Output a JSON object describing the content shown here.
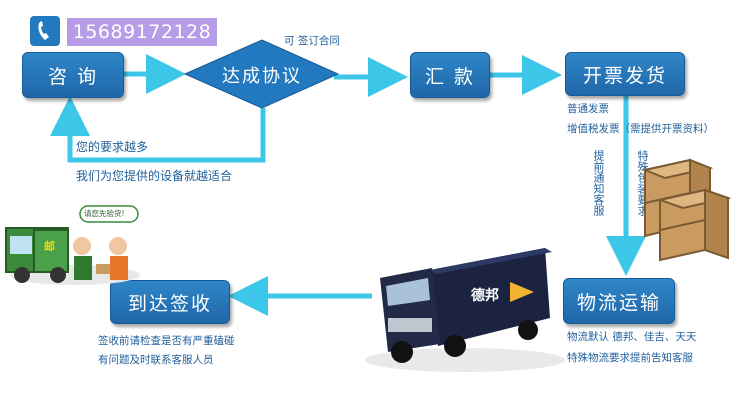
{
  "contact": {
    "phone": "15689172128"
  },
  "steps": {
    "consult": "咨 询",
    "agree": "达成协议",
    "pay": "汇 款",
    "invoice": "开票发货",
    "transport": "物流运输",
    "sign": "到达签收"
  },
  "notes": {
    "sign_contract": "可 签订合同",
    "more_requirements": "您的要求越多",
    "better_fit": "我们为您提供的设备就越适合",
    "normal_invoice": "普通发票",
    "vat_invoice": "增值税发票（需提供开票资料）",
    "notify_customer": "提前通知客服",
    "special_pack": "特殊包装要求",
    "logistics_default": "物流默认  德邦、佳吉、天天",
    "logistics_special": "特殊物流要求提前告知客服",
    "inspect": "签收前请检查是否有严重磕碰",
    "problems": "有问题及时联系客服人员",
    "postman_bubble": "请您先验货!",
    "truck_label": "邮",
    "trailer_brand": "德邦"
  },
  "colors": {
    "box": "#2379bf",
    "arrow": "#3cc6e8",
    "text": "#1f5f9a",
    "badge": "#b79ce8"
  }
}
